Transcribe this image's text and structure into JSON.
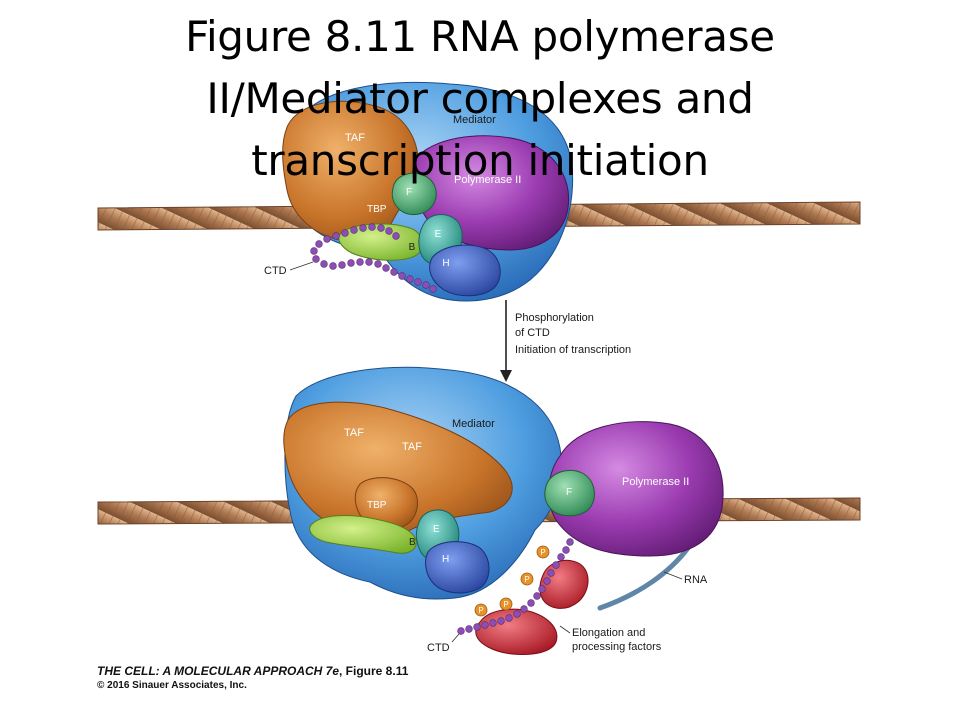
{
  "title": {
    "line1": "Figure 8.11  RNA polymerase",
    "line2": "II/Mediator complexes and",
    "line3": "transcription initiation"
  },
  "top_panel": {
    "mediator": "Mediator",
    "taf": "TAF",
    "tbp": "TBP",
    "polymerase": "Polymerase II",
    "factor_f": "F",
    "factor_e": "E",
    "factor_b": "B",
    "factor_h": "H",
    "ctd": "CTD"
  },
  "arrow_labels": {
    "line1": "Phosphorylation",
    "line2": "of CTD",
    "line3": "Initiation of transcription"
  },
  "bottom_panel": {
    "mediator": "Mediator",
    "taf_left": "TAF",
    "taf_right": "TAF",
    "tbp": "TBP",
    "polymerase": "Polymerase II",
    "factor_f": "F",
    "factor_e": "E",
    "factor_b": "B",
    "factor_h": "H",
    "rna": "RNA",
    "ctd": "CTD",
    "phospho": "P",
    "elongation_line1": "Elongation and",
    "elongation_line2": "processing factors"
  },
  "credit": {
    "book": "THE CELL: A MOLECULAR APPROACH 7e",
    "figure": ", Figure 8.11",
    "copyright": "© 2016 Sinauer Associates, Inc."
  },
  "colors": {
    "dna": "#b07a52",
    "mediator": "#3f8fd6",
    "taf": "#c8742a",
    "polymerase": "#8a2f9e",
    "tfiif": "#3fa36a",
    "tfiie": "#2f9e93",
    "tfiih": "#3457b5",
    "tbp_b": "#94cc3f",
    "ctd": "#8b4fb3",
    "elongation": "#c9242f",
    "phosphate": "#e8932a"
  }
}
